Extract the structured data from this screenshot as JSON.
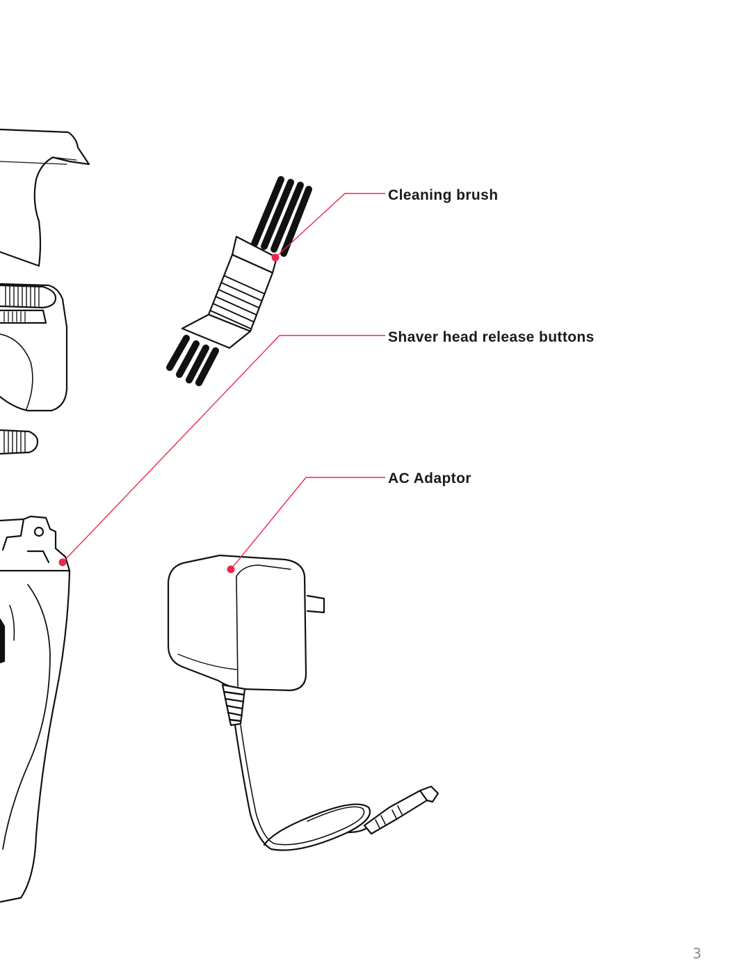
{
  "callouts": {
    "cleaning_brush": "Cleaning brush",
    "release_buttons": "Shaver head release buttons",
    "ac_adaptor": "AC Adaptor"
  },
  "page_number": "3",
  "colors": {
    "leader_line": "#e8294c",
    "outline": "#111111",
    "page_number": "#8a8a8a"
  },
  "illustrations": [
    "shaver-icon",
    "cleaning-brush-icon",
    "ac-adaptor-icon"
  ]
}
